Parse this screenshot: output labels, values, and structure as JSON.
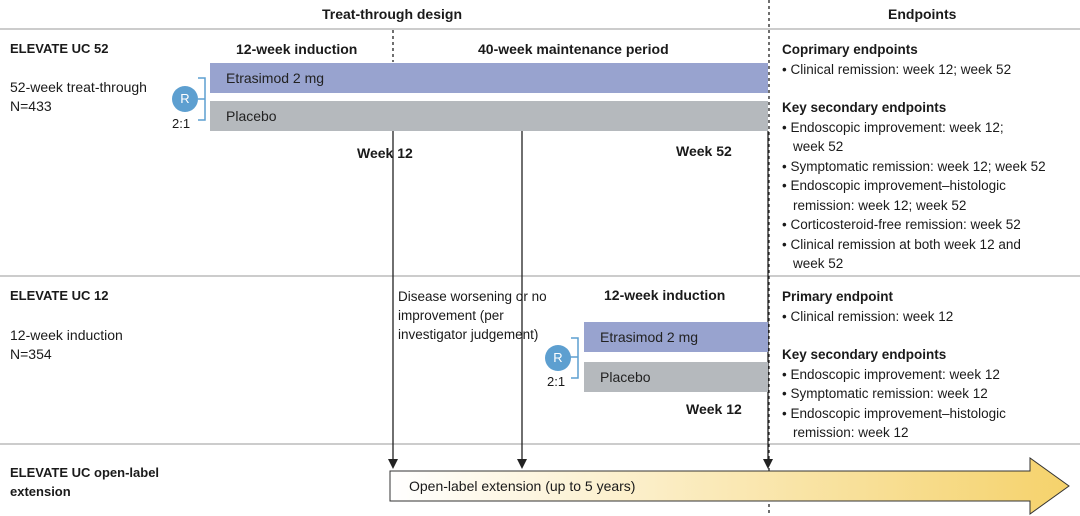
{
  "header": {
    "design_title": "Treat-through design",
    "endpoints_title": "Endpoints"
  },
  "uc52": {
    "name": "ELEVATE UC 52",
    "subtitle": "52-week treat-through",
    "n": "N=433",
    "induction_label": "12-week induction",
    "maintenance_label": "40-week maintenance period",
    "drug_bar": "Etrasimod 2 mg",
    "placebo_bar": "Placebo",
    "randomization": "R",
    "ratio": "2:1",
    "week12": "Week 12",
    "week52": "Week 52",
    "endpoints": {
      "coprimary_title": "Coprimary endpoints",
      "coprimary": [
        "• Clinical remission: week 12; week 52"
      ],
      "secondary_title": "Key secondary endpoints",
      "secondary": [
        "• Endoscopic improvement: week 12; week 52",
        "• Symptomatic remission: week 12; week 52",
        "• Endoscopic improvement–histologic remission: week 12; week 52",
        "• Corticosteroid-free remission: week 52",
        "• Clinical remission at both week 12 and week 52"
      ]
    }
  },
  "uc12": {
    "name": "ELEVATE UC 12",
    "subtitle": "12-week induction",
    "n": "N=354",
    "disease_worsening": "Disease worsening or no improvement (per investigator judgement)",
    "induction_label": "12-week induction",
    "drug_bar": "Etrasimod 2 mg",
    "placebo_bar": "Placebo",
    "randomization": "R",
    "ratio": "2:1",
    "week12": "Week 12",
    "endpoints": {
      "primary_title": "Primary endpoint",
      "primary": [
        "• Clinical remission: week 12"
      ],
      "secondary_title": "Key secondary endpoints",
      "secondary": [
        "• Endoscopic improvement: week 12",
        "• Symptomatic remission: week 12",
        "• Endoscopic improvement–histologic remission: week 12"
      ]
    }
  },
  "ole": {
    "name": "ELEVATE UC open-label extension",
    "arrow_label": "Open-label extension (up to 5 years)"
  },
  "colors": {
    "drug_bar": "#98a3cf",
    "placebo_bar": "#b5b9bd",
    "randomization": "#5d9fd0",
    "arrow_start": "#ffffff",
    "arrow_end": "#f5d26b"
  }
}
